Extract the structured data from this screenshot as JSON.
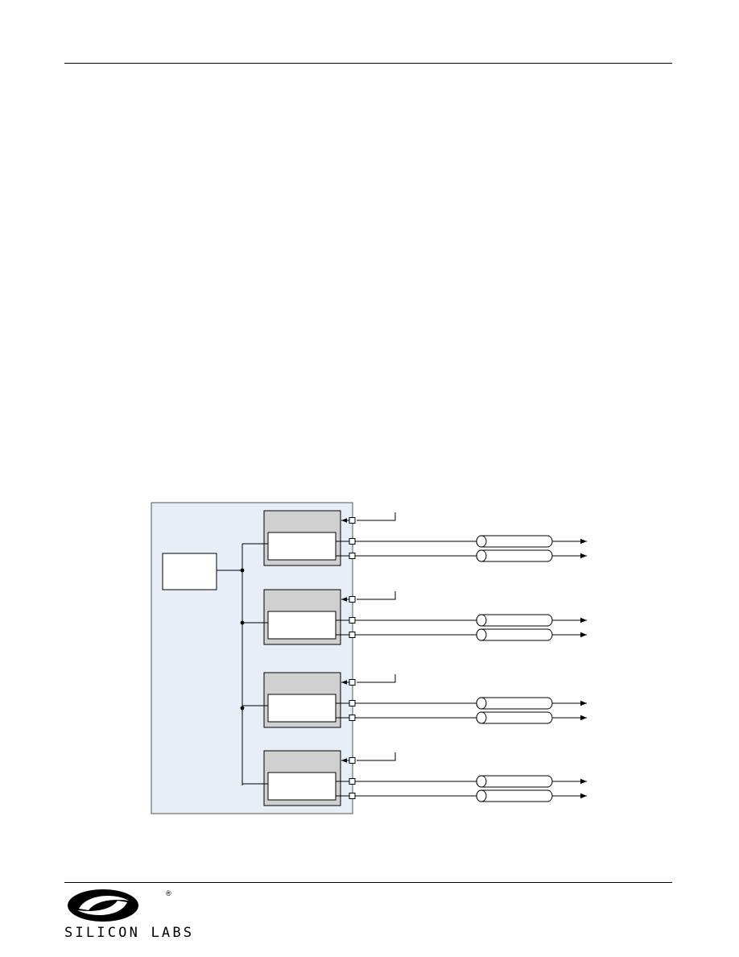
{
  "logo": {
    "name": "SILICON LABS",
    "registered_mark": "®"
  },
  "diagram": {
    "outputs_per_driver": 2,
    "drivers": [
      {
        "id": "driver-1"
      },
      {
        "id": "driver-2"
      },
      {
        "id": "driver-3"
      },
      {
        "id": "driver-4"
      }
    ],
    "colors": {
      "container_fill": "#e8eef8",
      "driver_fill": "#d0d0d0",
      "line": "#000000"
    }
  }
}
